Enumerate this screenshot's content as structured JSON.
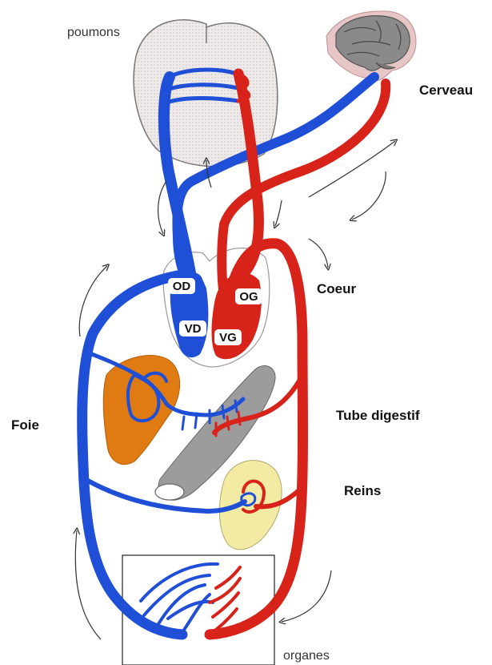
{
  "labels": {
    "lungs": "poumons",
    "brain": "Cerveau",
    "heart": "Coeur",
    "liver": "Foie",
    "digestive": "Tube digestif",
    "kidneys": "Reins",
    "organs": "organes"
  },
  "chambers": {
    "right_atrium": "OD",
    "left_atrium": "OG",
    "right_ventricle": "VD",
    "left_ventricle": "VG"
  },
  "colors": {
    "deoxygenated": "#1f4fd6",
    "oxygenated": "#d8231a",
    "liver": "#e07a12",
    "kidney": "#f3eba4",
    "intestine": "#9c9c9c",
    "lung": "#ece8e8",
    "brain": "#8a8a8a"
  }
}
